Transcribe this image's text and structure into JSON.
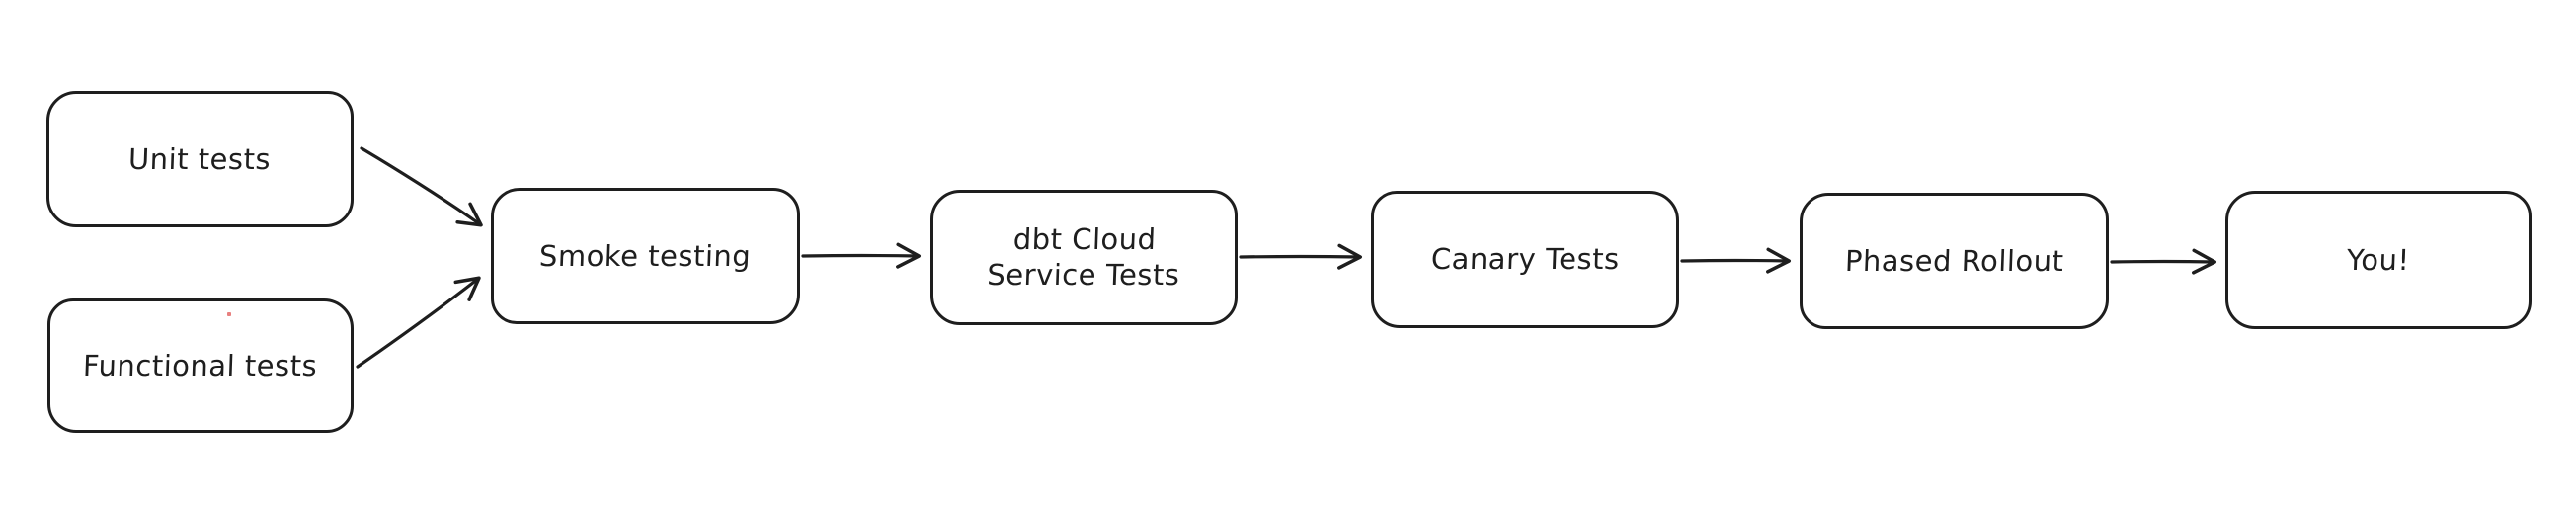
{
  "diagram": {
    "type": "flowchart",
    "style": "hand-drawn-excalidraw",
    "background_color": "#ffffff",
    "stroke_color": "#1e1e1e",
    "nodes": [
      {
        "id": "unit-tests",
        "label": "Unit tests"
      },
      {
        "id": "functional-tests",
        "label": "Functional tests"
      },
      {
        "id": "smoke-testing",
        "label": "Smoke testing"
      },
      {
        "id": "dbt-cloud-service-tests",
        "label": "dbt Cloud\nService Tests"
      },
      {
        "id": "canary-tests",
        "label": "Canary Tests"
      },
      {
        "id": "phased-rollout",
        "label": "Phased Rollout"
      },
      {
        "id": "you",
        "label": "You!"
      }
    ],
    "edges": [
      {
        "from": "unit-tests",
        "to": "smoke-testing"
      },
      {
        "from": "functional-tests",
        "to": "smoke-testing"
      },
      {
        "from": "smoke-testing",
        "to": "dbt-cloud-service-tests"
      },
      {
        "from": "dbt-cloud-service-tests",
        "to": "canary-tests"
      },
      {
        "from": "canary-tests",
        "to": "phased-rollout"
      },
      {
        "from": "phased-rollout",
        "to": "you"
      }
    ]
  }
}
